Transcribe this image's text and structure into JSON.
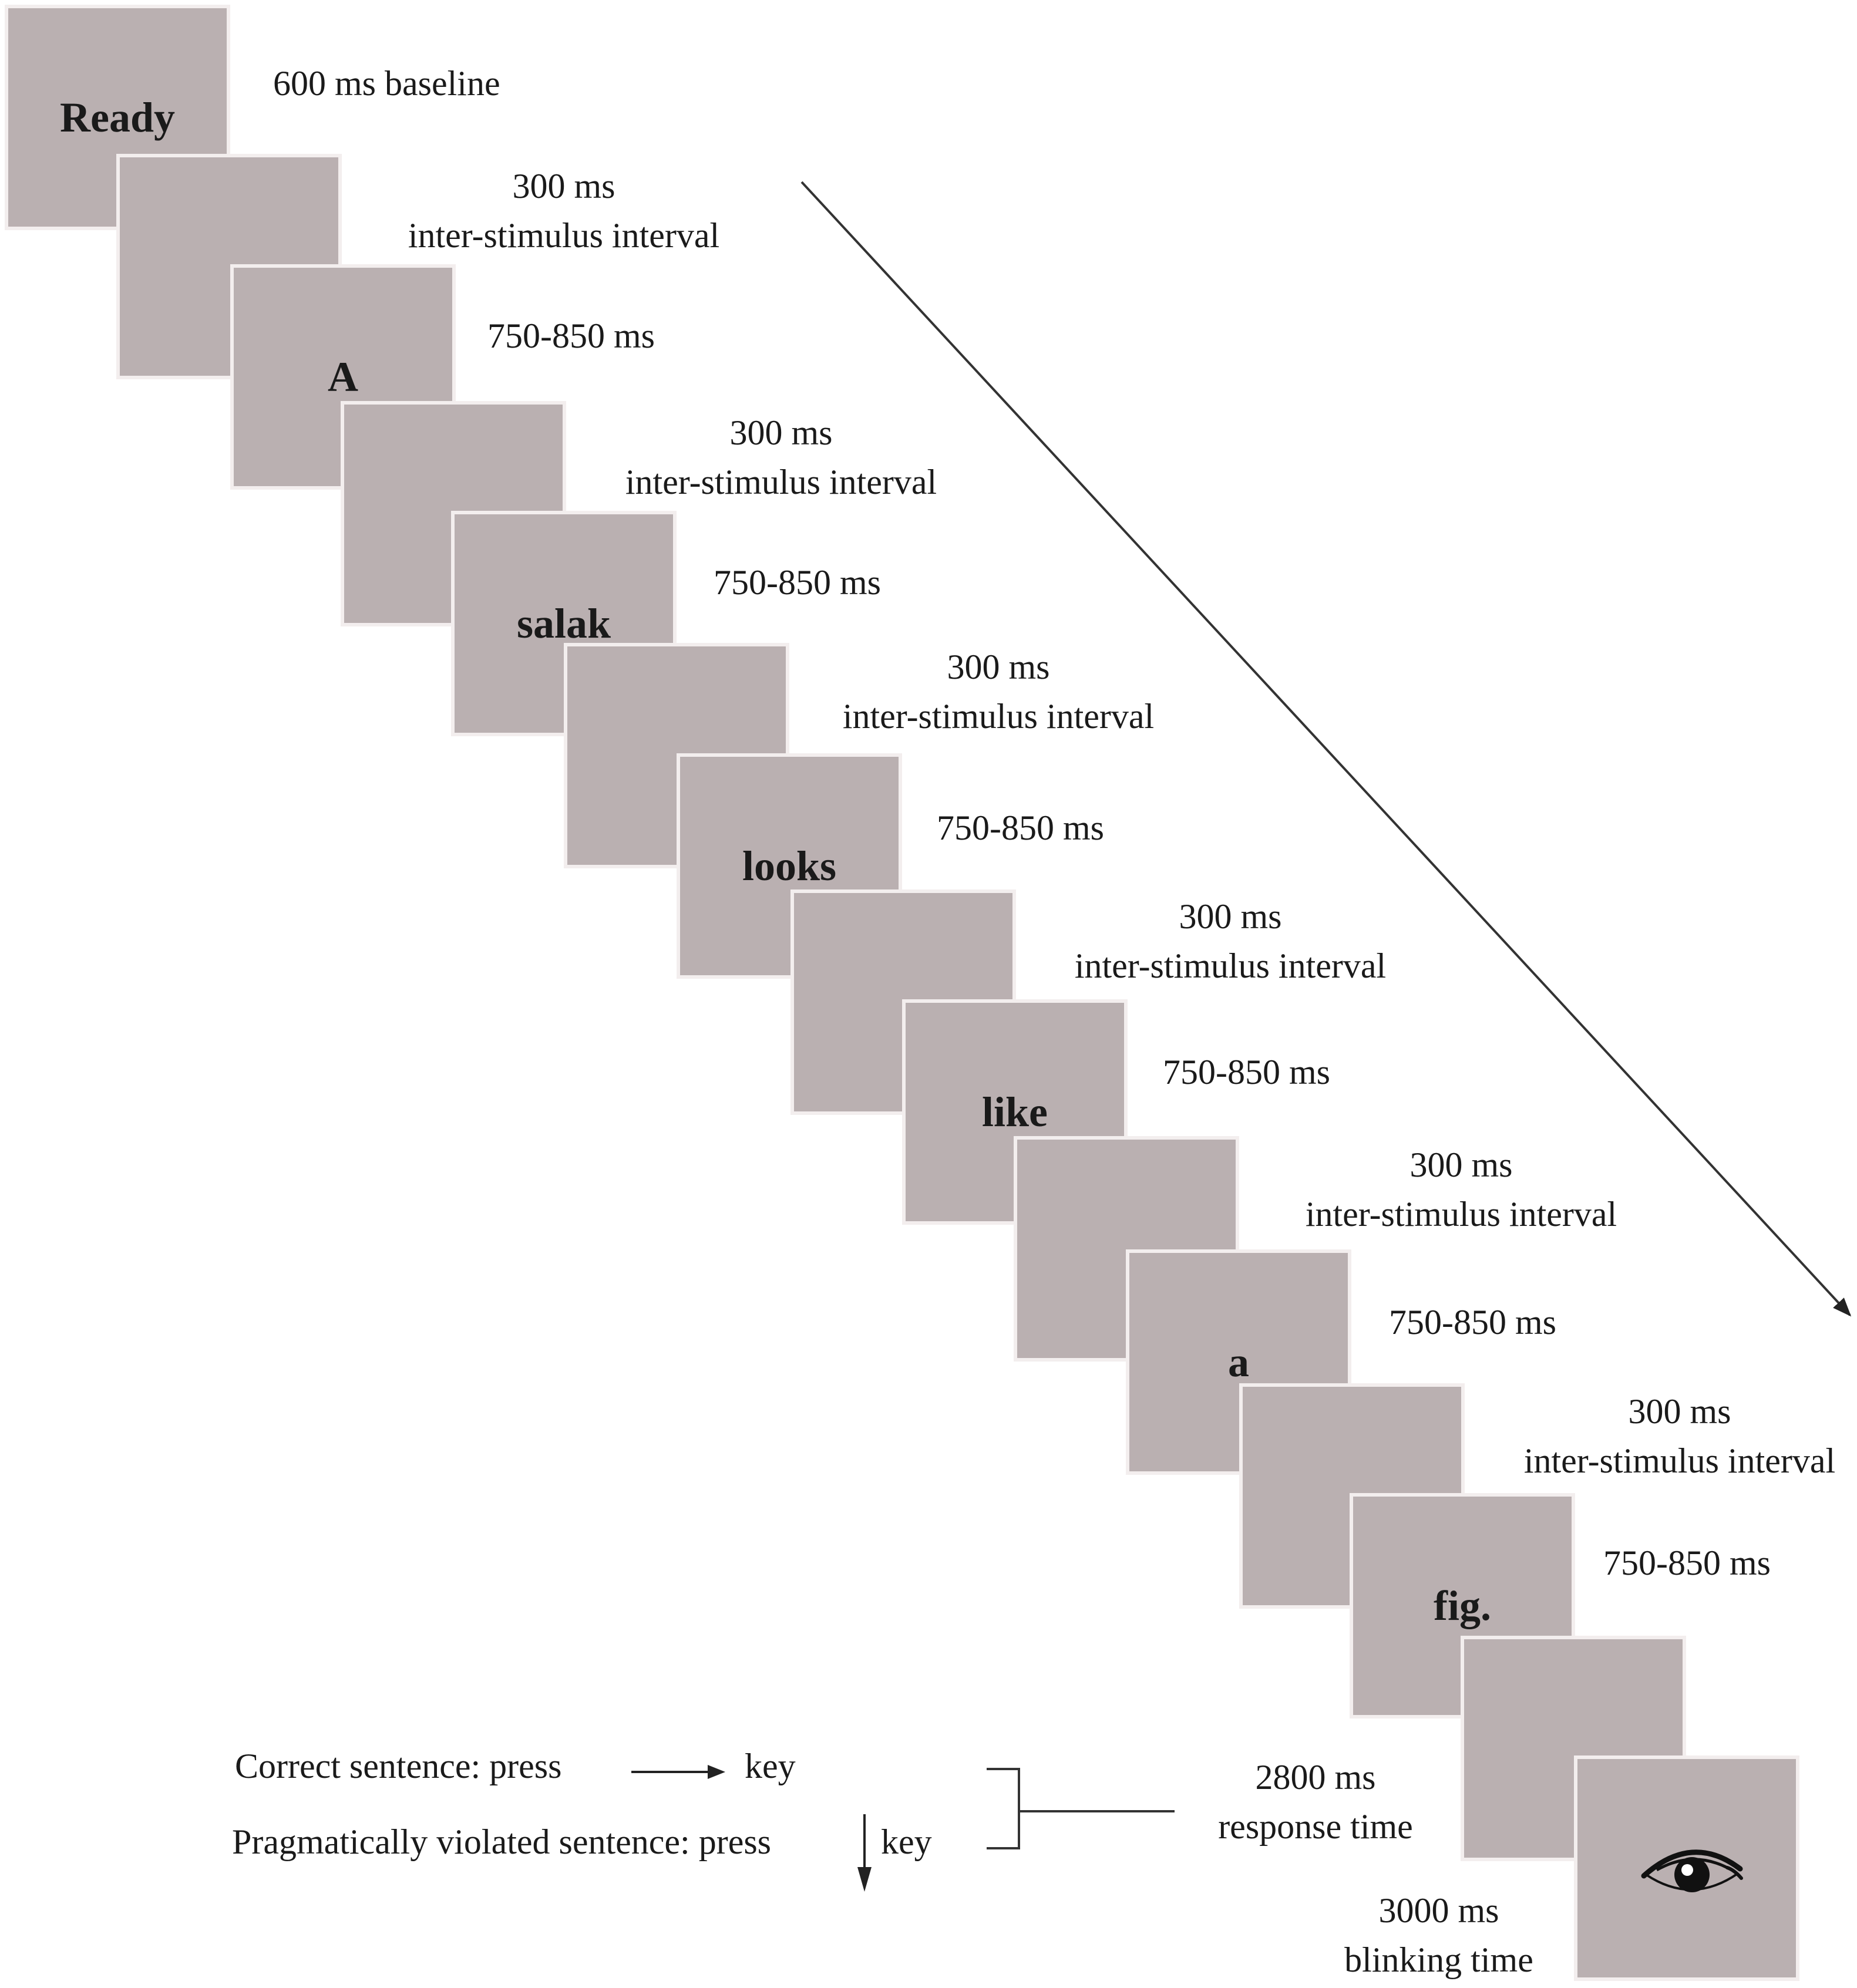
{
  "steps": [
    {
      "word": "Ready",
      "label": [
        "600 ms baseline"
      ]
    },
    {
      "word": "",
      "label": [
        "300 ms",
        "inter-stimulus interval"
      ]
    },
    {
      "word": "A",
      "label": [
        "750-850 ms"
      ]
    },
    {
      "word": "",
      "label": [
        "300 ms",
        "inter-stimulus interval"
      ]
    },
    {
      "word": "salak",
      "label": [
        "750-850 ms"
      ]
    },
    {
      "word": "",
      "label": [
        "300 ms",
        "inter-stimulus interval"
      ]
    },
    {
      "word": "looks",
      "label": [
        "750-850 ms"
      ]
    },
    {
      "word": "",
      "label": [
        "300 ms",
        "inter-stimulus interval"
      ]
    },
    {
      "word": "like",
      "label": [
        "750-850 ms"
      ]
    },
    {
      "word": "",
      "label": [
        "300 ms",
        "inter-stimulus interval"
      ]
    },
    {
      "word": "a",
      "label": [
        "750-850 ms"
      ]
    },
    {
      "word": "",
      "label": [
        "300 ms",
        "inter-stimulus interval"
      ]
    },
    {
      "word": "fig.",
      "label": [
        "750-850 ms"
      ]
    },
    {
      "word": "",
      "label": [
        "2800 ms",
        "response time"
      ]
    },
    {
      "word": "",
      "icon": "eye-icon",
      "label": [
        "3000 ms",
        "blinking time"
      ]
    }
  ],
  "instructions": {
    "correct_text": "Correct sentence: press",
    "correct_key": "key",
    "correct_icon": "right-arrow-icon",
    "violated_text": "Pragmatically violated sentence: press",
    "violated_key": "key",
    "violated_icon": "down-arrow-icon"
  },
  "colors": {
    "screen_fill": "#bab0b1",
    "screen_border": "#f3eeee",
    "line": "#333333"
  }
}
